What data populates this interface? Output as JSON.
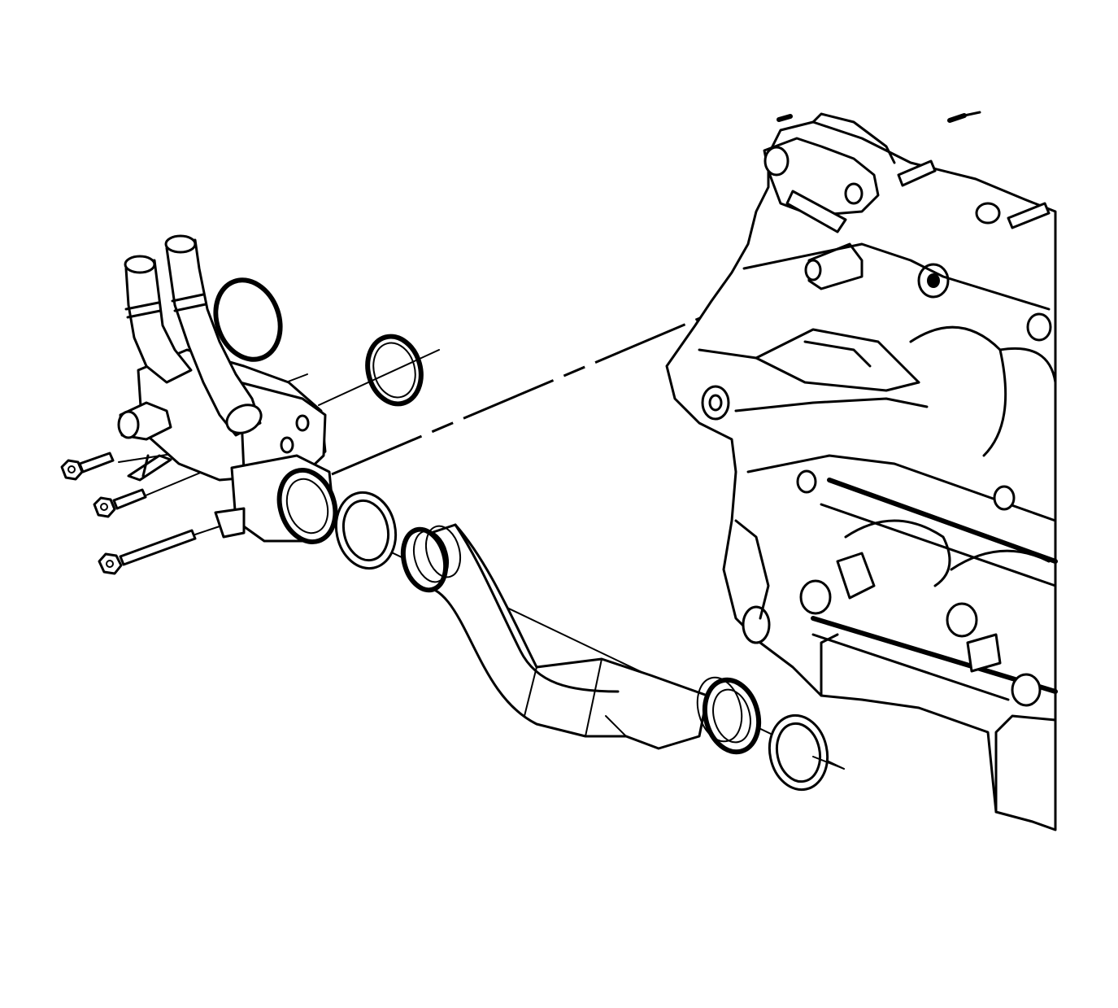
{
  "figure": {
    "colors": {
      "background": "#ffffff",
      "line": "#000000"
    },
    "parts": [
      {
        "id": "engine-block",
        "icon": "engine-block-icon"
      },
      {
        "id": "thermostat-housing",
        "icon": "coolant-housing-icon"
      },
      {
        "id": "bolt",
        "icon": "bolt-icon",
        "count": 3
      },
      {
        "id": "housing-seal",
        "icon": "o-ring-icon"
      },
      {
        "id": "hose-seal",
        "icon": "o-ring-icon",
        "count": 2
      },
      {
        "id": "coolant-hose",
        "icon": "hose-icon"
      },
      {
        "id": "wire-clip",
        "icon": "clip-icon"
      }
    ]
  }
}
